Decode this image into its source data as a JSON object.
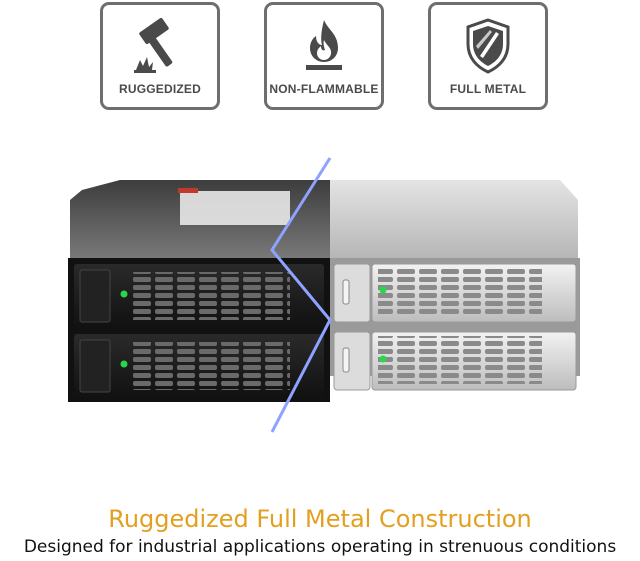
{
  "features": [
    {
      "label": "RUGGEDIZED",
      "icon": "hammer-icon"
    },
    {
      "label": "NON-FLAMMABLE",
      "icon": "flame-icon"
    },
    {
      "label": "FULL METAL",
      "icon": "shield-icon"
    }
  ],
  "product": {
    "image": "dual-bay-drive-enclosure",
    "bays": 4,
    "finishes": [
      "black",
      "silver"
    ]
  },
  "headline": "Ruggedized Full Metal Construction",
  "subline": "Designed for industrial applications operating in strenuous conditions",
  "colors": {
    "accent": "#e3a020",
    "card_border": "#6e6e6e",
    "icon": "#4a4a4a",
    "divider": "#8ea2ff",
    "led": "#27d94a"
  }
}
